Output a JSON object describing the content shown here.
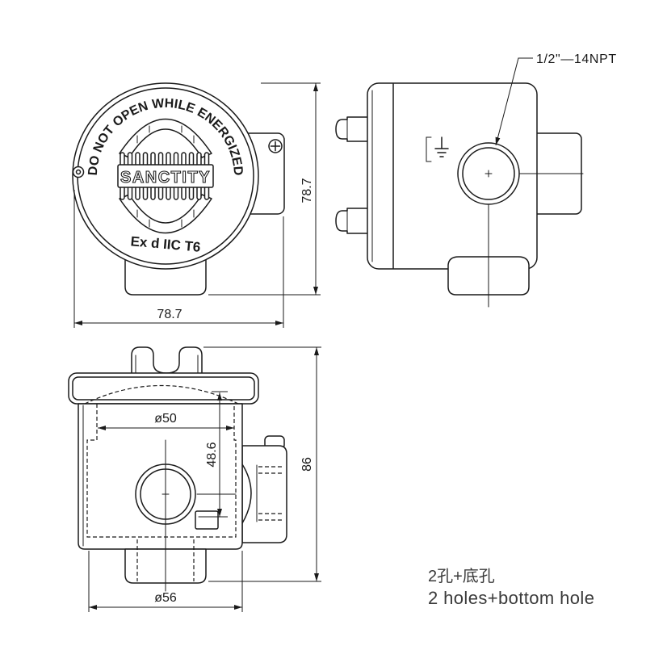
{
  "drawing": {
    "line_color": "#1a1a1a",
    "text_color": "#3a3a3a"
  },
  "front_view": {
    "warning_text": "DO NOT OPEN WHILE ENERGIZED",
    "brand_logo_text": "SANCTITY",
    "ex_marking": "Ex d IIC T6",
    "width_dimension": "78.7",
    "height_dimension": "78.7",
    "icons": [
      "ground-screw-icon",
      "cover-lock-screw-icon"
    ]
  },
  "side_view": {
    "thread_label": "1/2\"—14NPT",
    "icons": [
      "earth-ground-icon"
    ]
  },
  "bottom_view": {
    "inner_diameter_dimension": "ø50",
    "depth_dimension": "48.6",
    "overall_height_dimension": "86",
    "base_diameter_dimension": "ø56"
  },
  "note": {
    "chinese": "2孔+底孔",
    "english": "2 holes+bottom hole"
  }
}
